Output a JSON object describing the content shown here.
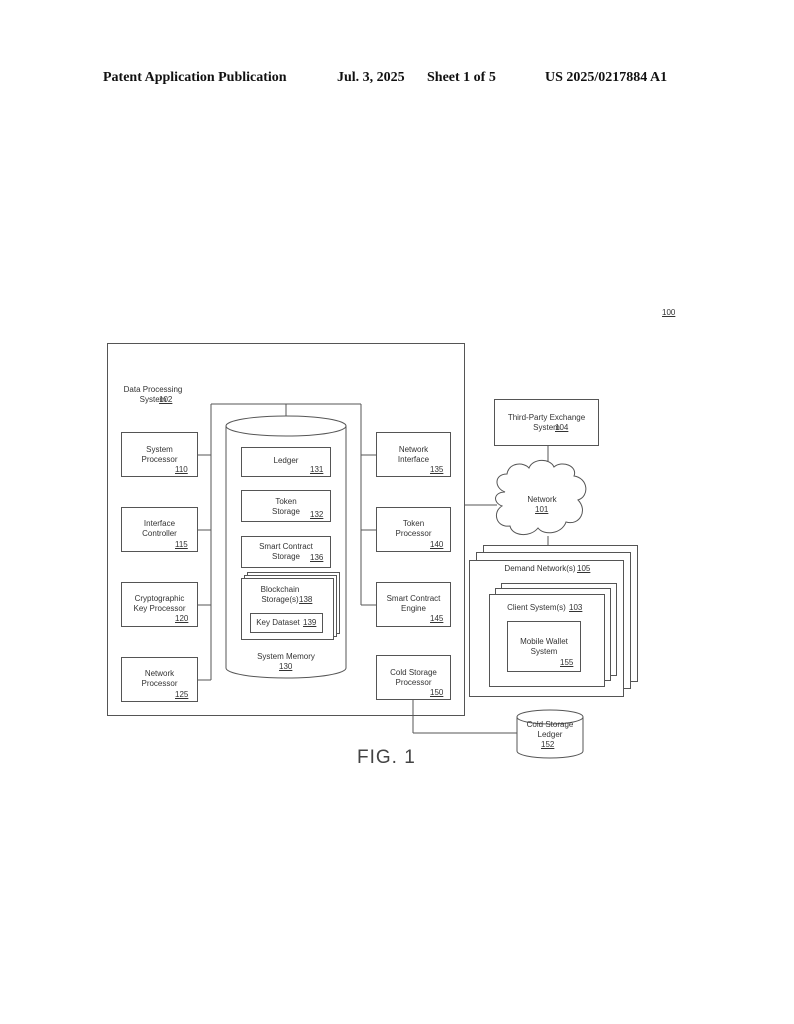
{
  "header": {
    "left": "Patent Application Publication",
    "date": "Jul. 3, 2025",
    "sheet": "Sheet 1 of 5",
    "number": "US 2025/0217884 A1"
  },
  "figure": {
    "ref": "100",
    "caption": "FIG. 1",
    "dps": {
      "label": "Data Processing\nSystem",
      "num": "102"
    },
    "system_processor": {
      "label": "System\nProcessor",
      "num": "110"
    },
    "interface_controller": {
      "label": "Interface\nController",
      "num": "115"
    },
    "crypto_key_processor": {
      "label": "Cryptographic\nKey Processor",
      "num": "120"
    },
    "network_processor": {
      "label": "Network\nProcessor",
      "num": "125"
    },
    "system_memory": {
      "label": "System Memory",
      "num": "130"
    },
    "ledger": {
      "label": "Ledger",
      "num": "131"
    },
    "token_storage": {
      "label": "Token\nStorage",
      "num": "132"
    },
    "smart_contract_storage": {
      "label": "Smart Contract\nStorage",
      "num": "136"
    },
    "blockchain_storage": {
      "label": "Blockchain\nStorage(s)",
      "num": "138"
    },
    "key_dataset": {
      "label": "Key Dataset",
      "num": "139"
    },
    "network_interface": {
      "label": "Network\nInterface",
      "num": "135"
    },
    "token_processor": {
      "label": "Token\nProcessor",
      "num": "140"
    },
    "smart_contract_engine": {
      "label": "Smart Contract\nEngine",
      "num": "145"
    },
    "cold_storage_processor": {
      "label": "Cold Storage\nProcessor",
      "num": "150"
    },
    "third_party_exchange": {
      "label": "Third-Party Exchange\nSystem",
      "num": "104"
    },
    "network": {
      "label": "Network",
      "num": "101"
    },
    "demand_networks": {
      "label": "Demand Network(s)",
      "num": "105"
    },
    "client_systems": {
      "label": "Client System(s)",
      "num": "103"
    },
    "mobile_wallet": {
      "label": "Mobile Wallet\nSystem",
      "num": "155"
    },
    "cold_storage_ledger": {
      "label": "Cold Storage\nLedger",
      "num": "152"
    }
  }
}
